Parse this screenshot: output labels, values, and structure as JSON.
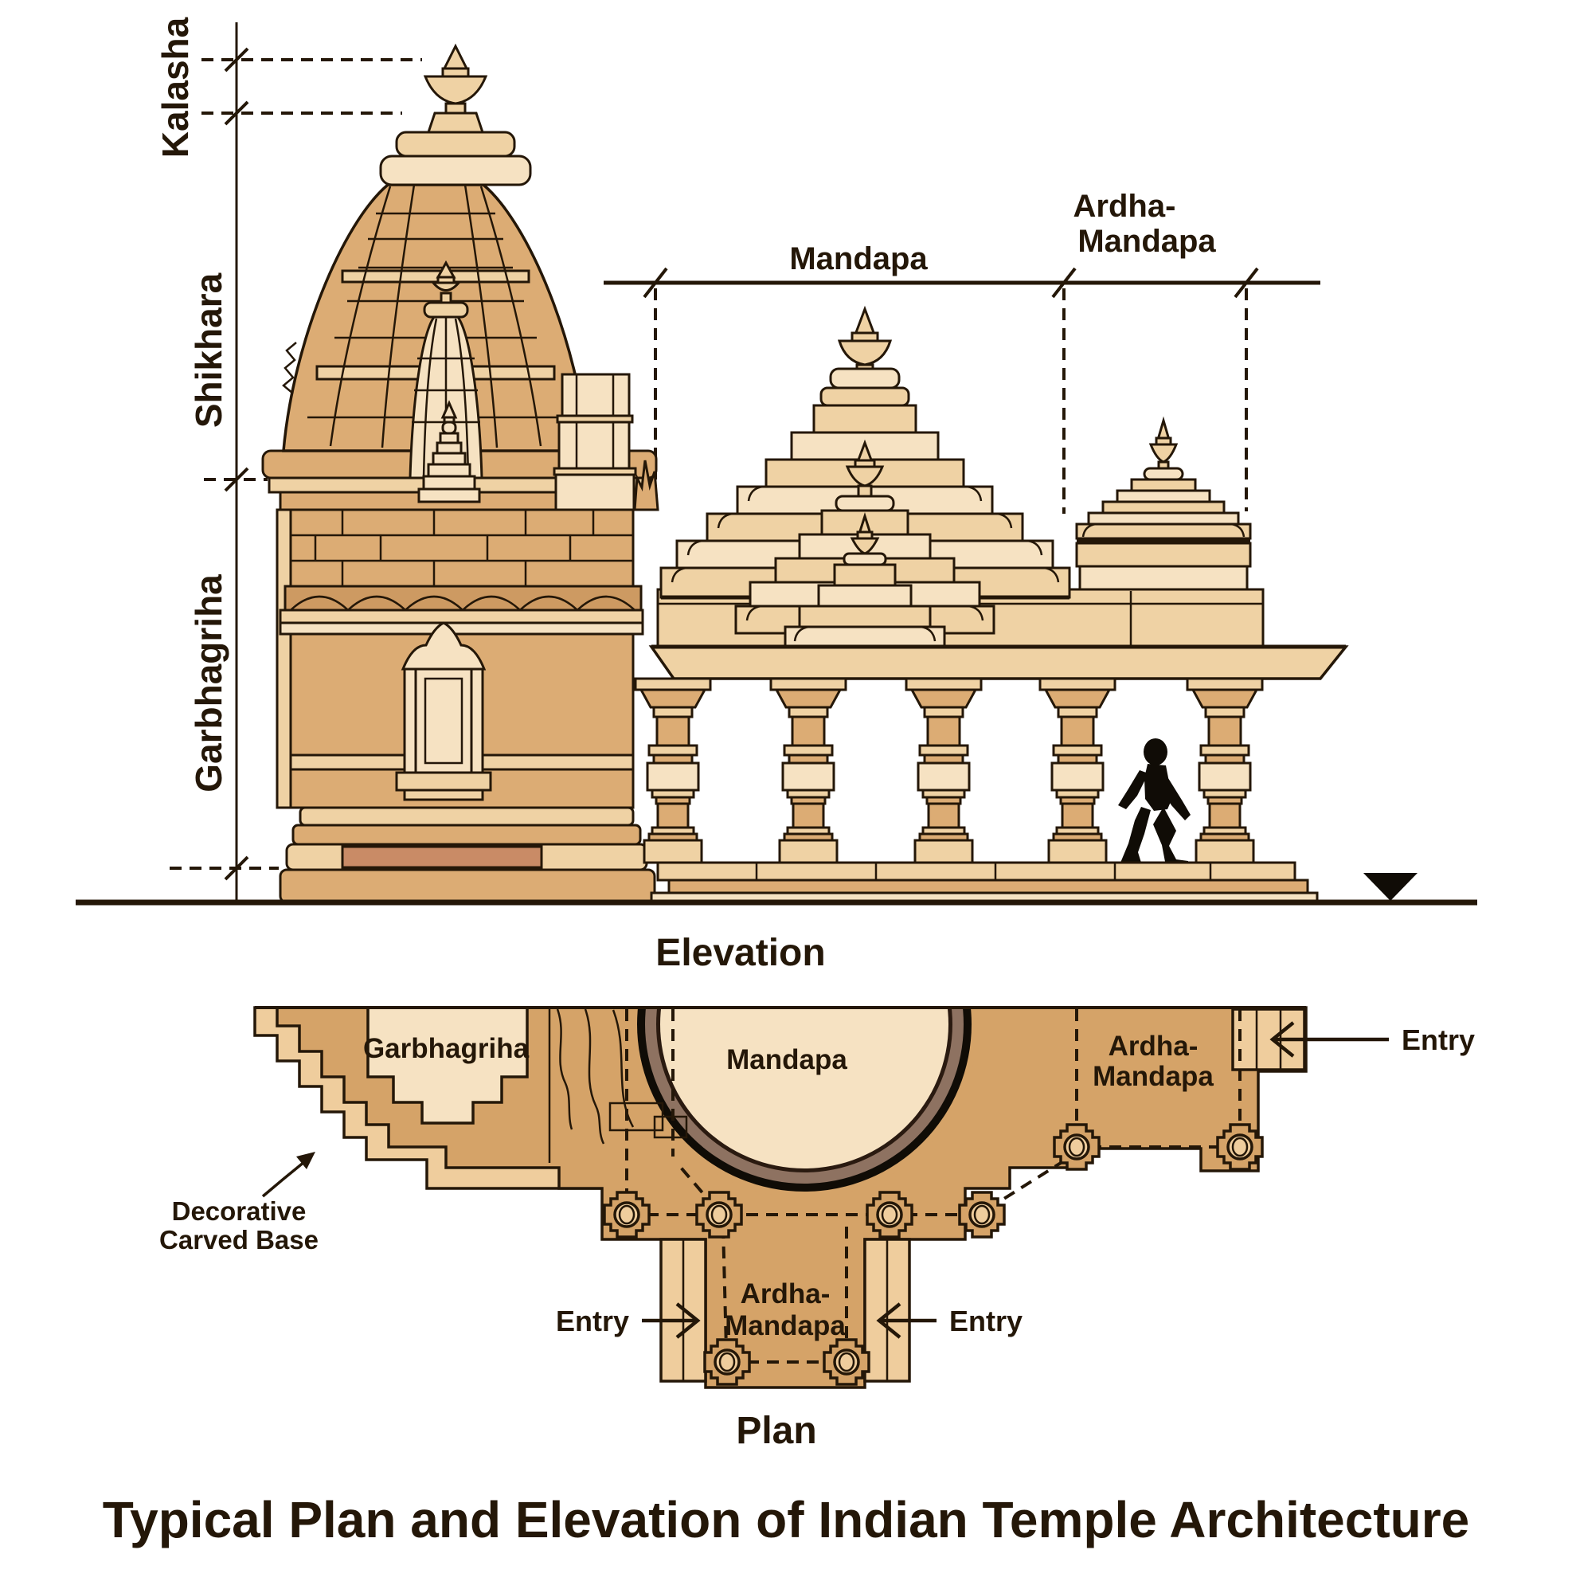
{
  "title": "Typical Plan and Elevation of Indian Temple Architecture",
  "elevation": {
    "section_label": "Elevation",
    "side_labels": {
      "kalasha": "Kalasha",
      "shikhara": "Shikhara",
      "garbhagriha": "Garbhagriha"
    },
    "top_labels": {
      "mandapa": "Mandapa",
      "ardha_line1": "Ardha-",
      "ardha_line2": "Mandapa"
    }
  },
  "plan": {
    "section_label": "Plan",
    "garbhagriha": "Garbhagriha",
    "mandapa": "Mandapa",
    "ardha_right_line1": "Ardha-",
    "ardha_right_line2": "Mandapa",
    "ardha_bottom_line1": "Ardha-",
    "ardha_bottom_line2": "Mandapa",
    "entry_right": "Entry",
    "entry_bottom_left": "Entry",
    "entry_bottom_right": "Entry",
    "note_line1": "Decorative",
    "note_line2": "Carved Base"
  },
  "colors": {
    "ink": "#241708",
    "tan": "#DCAC74",
    "tan_light": "#EFD2A4",
    "cream": "#F6E2C2",
    "tan_deep": "#CD9A62",
    "red_band": "#C98B66",
    "plan_dark": "#D5A368",
    "porch": "#EFCD9D",
    "ring_mauve": "#8E7261",
    "black": "#100C06"
  }
}
